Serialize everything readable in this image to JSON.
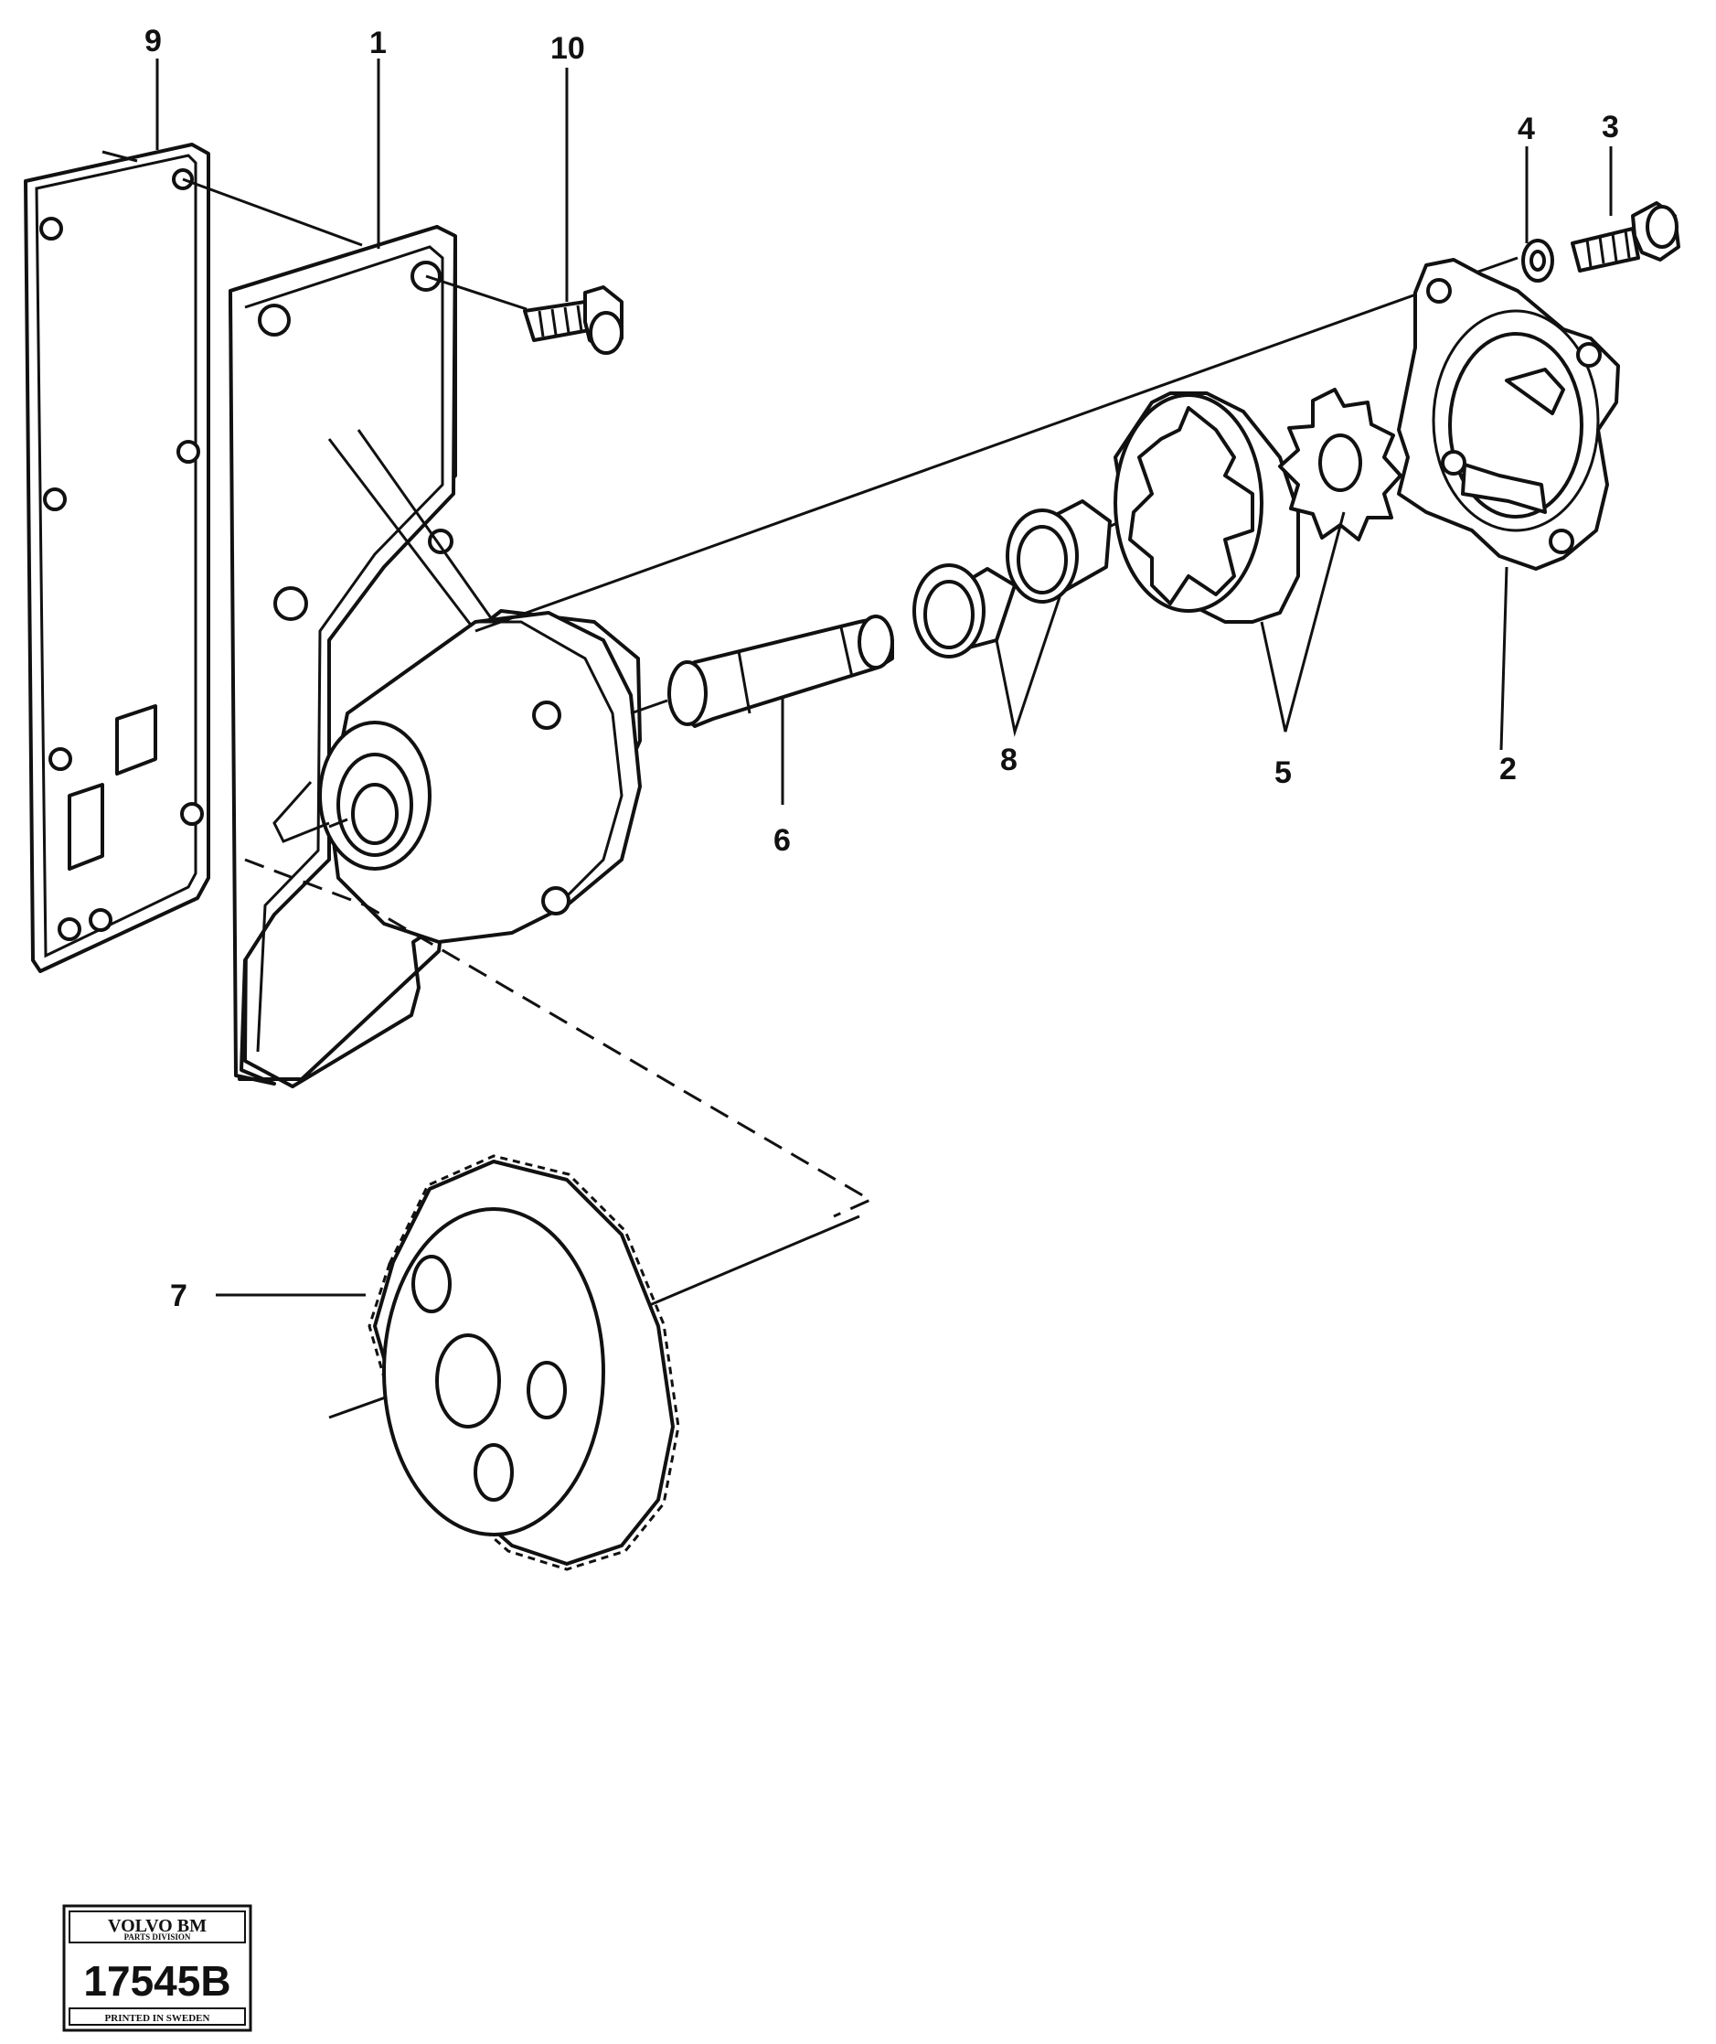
{
  "callouts": {
    "c1": "1",
    "c2": "2",
    "c3": "3",
    "c4": "4",
    "c5": "5",
    "c6": "6",
    "c7": "7",
    "c8": "8",
    "c9": "9",
    "c10": "10"
  },
  "stamp": {
    "brand": "VOLVO BM",
    "division": "PARTS DIVISION",
    "number": "17545B",
    "printed": "PRINTED IN SWEDEN"
  }
}
